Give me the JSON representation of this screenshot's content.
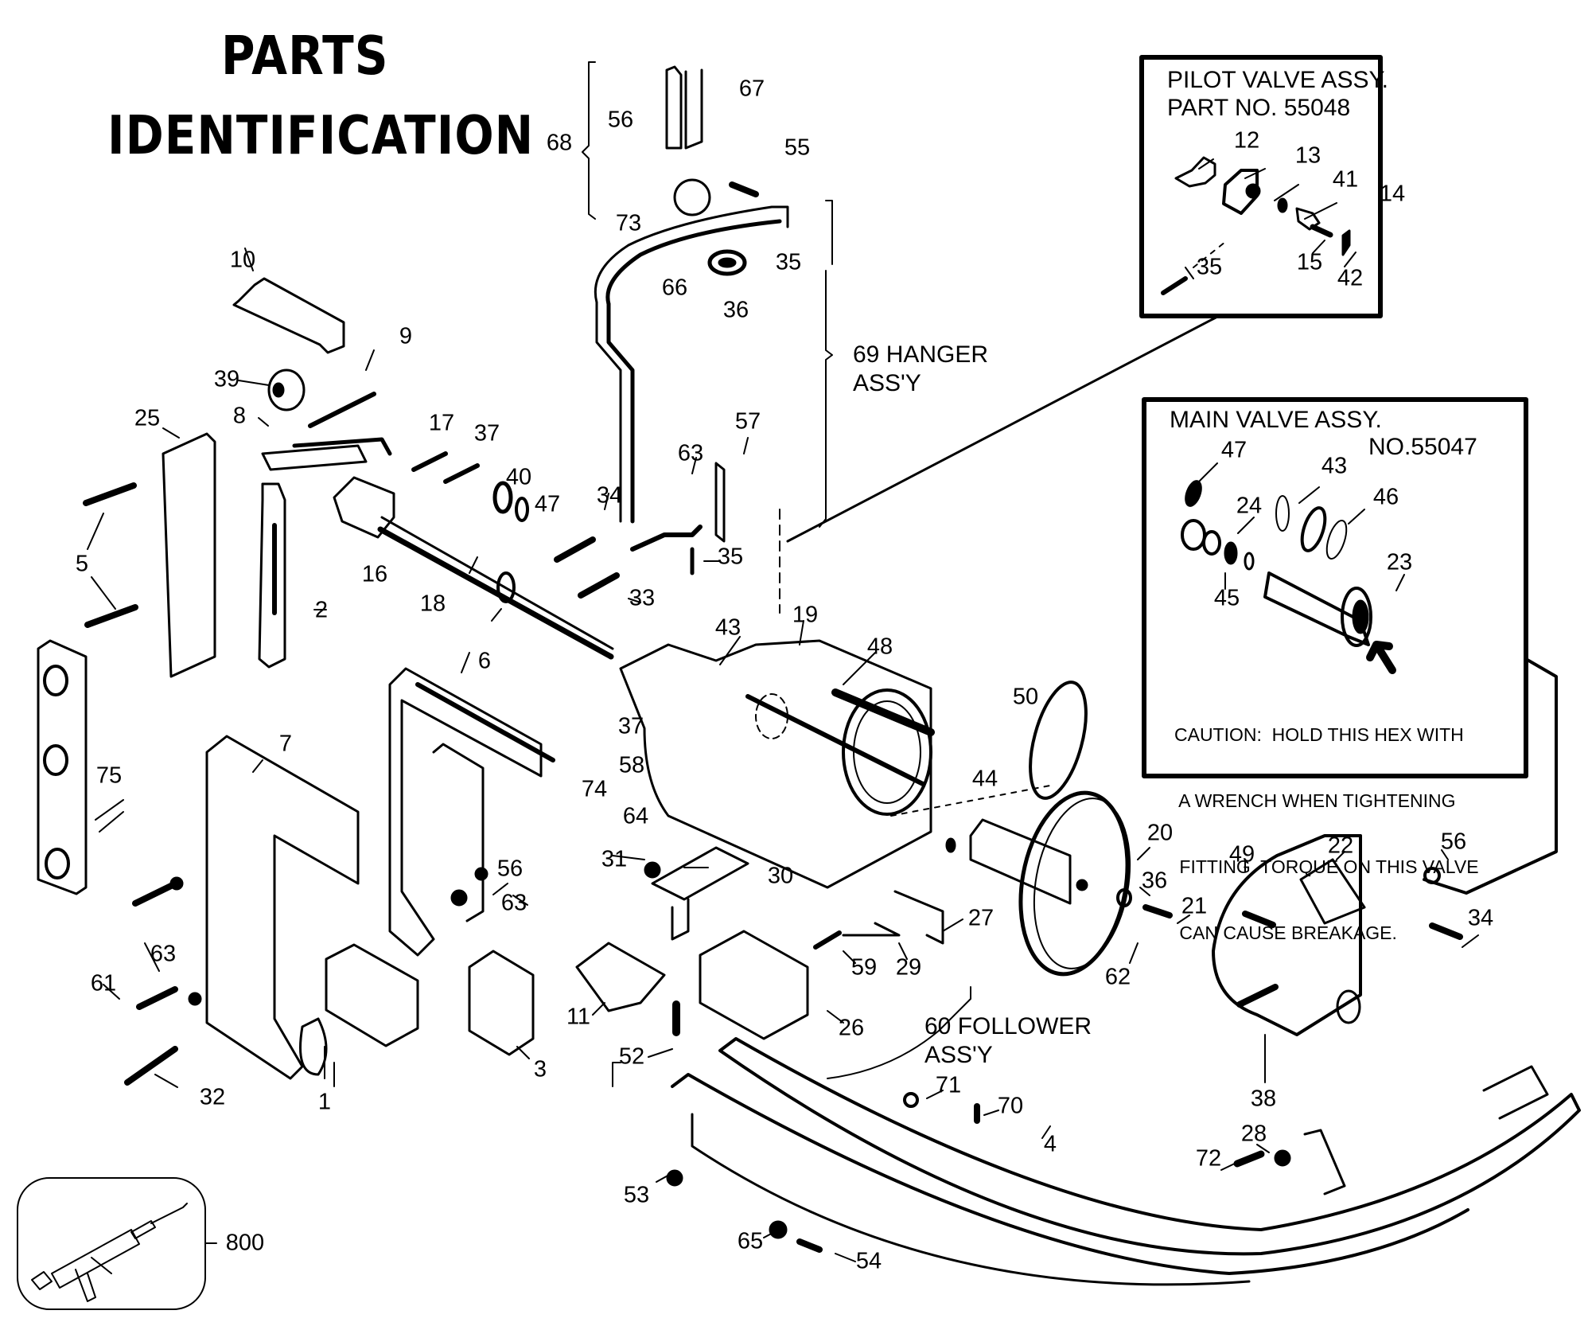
{
  "title": {
    "line1": "PARTS",
    "line2": "IDENTIFICATION"
  },
  "pilot_valve_box": {
    "heading_line1": "PILOT VALVE ASSY.",
    "heading_line2": "PART NO. 55048",
    "labels": [
      "12",
      "13",
      "41",
      "14",
      "35",
      "15",
      "42"
    ]
  },
  "main_valve_box": {
    "heading_line1": "MAIN VALVE ASSY.",
    "heading_line2": "NO.55047",
    "labels": [
      "47",
      "43",
      "46",
      "24",
      "23",
      "45"
    ],
    "caution_lines": [
      "CAUTION:  HOLD THIS HEX WITH",
      " A WRENCH WHEN TIGHTENING",
      " FITTING. TORQUE ON THIS VALVE",
      " CAN CAUSE BREAKAGE."
    ]
  },
  "assemblies": {
    "hanger": {
      "line1": "69 HANGER",
      "line2": "ASS'Y"
    },
    "follower": {
      "line1": "60 FOLLOWER",
      "line2": "ASS'Y"
    }
  },
  "callouts": [
    "68",
    "56",
    "67",
    "55",
    "73",
    "66",
    "36",
    "35",
    "10",
    "9",
    "39",
    "8",
    "25",
    "17",
    "37",
    "40",
    "47",
    "5",
    "16",
    "2",
    "18",
    "34",
    "63",
    "57",
    "35",
    "33",
    "19",
    "43",
    "48",
    "6",
    "37",
    "74",
    "58",
    "64",
    "50",
    "44",
    "7",
    "75",
    "20",
    "36",
    "21",
    "62",
    "27",
    "59",
    "29",
    "30",
    "31",
    "56",
    "63",
    "63",
    "61",
    "32",
    "1",
    "3",
    "11",
    "26",
    "52",
    "49",
    "22",
    "56",
    "34",
    "38",
    "28",
    "72",
    "71",
    "70",
    "4",
    "53",
    "65",
    "54",
    "800"
  ],
  "inset_icon": "caulking-gun-icon"
}
